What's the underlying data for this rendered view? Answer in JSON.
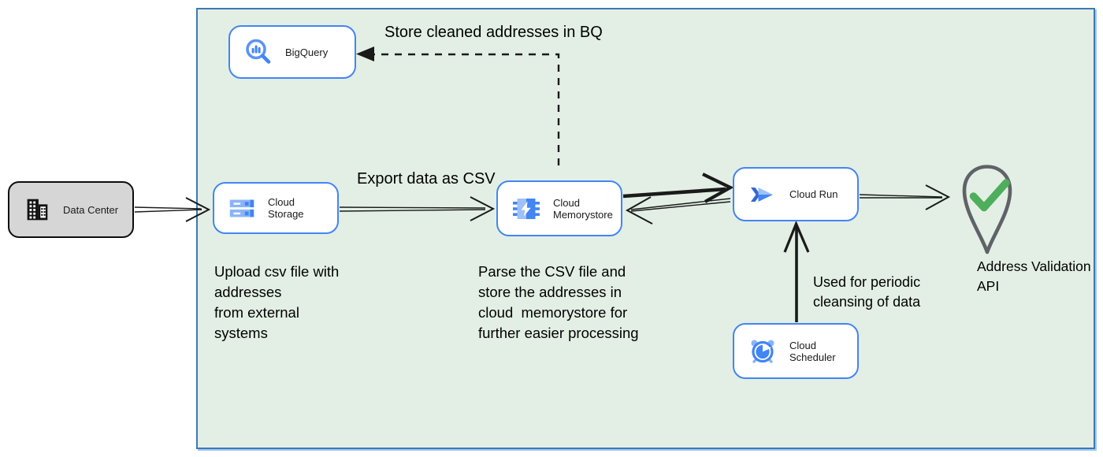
{
  "diagram": {
    "nodes": {
      "data_center": {
        "label": "Data Center"
      },
      "bigquery": {
        "label": "BigQuery"
      },
      "cloud_storage": {
        "label": "Cloud Storage"
      },
      "cloud_memorystore": {
        "label": "Cloud Memorystore"
      },
      "cloud_run": {
        "label": "Cloud Run"
      },
      "cloud_scheduler": {
        "label": "Cloud Scheduler"
      },
      "address_validation_api": {
        "label": "Address Validation API"
      }
    },
    "annotations": {
      "store_bq": "Store cleaned addresses in BQ",
      "export_csv": "Export data as CSV",
      "upload_note": "Upload csv file with\naddresses\nfrom external\nsystems",
      "parse_note": "Parse the CSV file and\nstore the addresses in\ncloud  memorystore for\nfurther easier processing",
      "periodic_note": "Used for periodic\ncleansing of data"
    },
    "colors": {
      "container_fill": "#e3efe4",
      "container_border": "#3b79b8",
      "node_border": "#4285f4",
      "icon_blue": "#4285f4",
      "icon_blue_light": "#8ab4f8",
      "data_center_fill": "#d6d6d6",
      "pin_outline": "#5f6368",
      "check_green": "#4eae5b",
      "arrow_black": "#1a1a1a"
    }
  }
}
